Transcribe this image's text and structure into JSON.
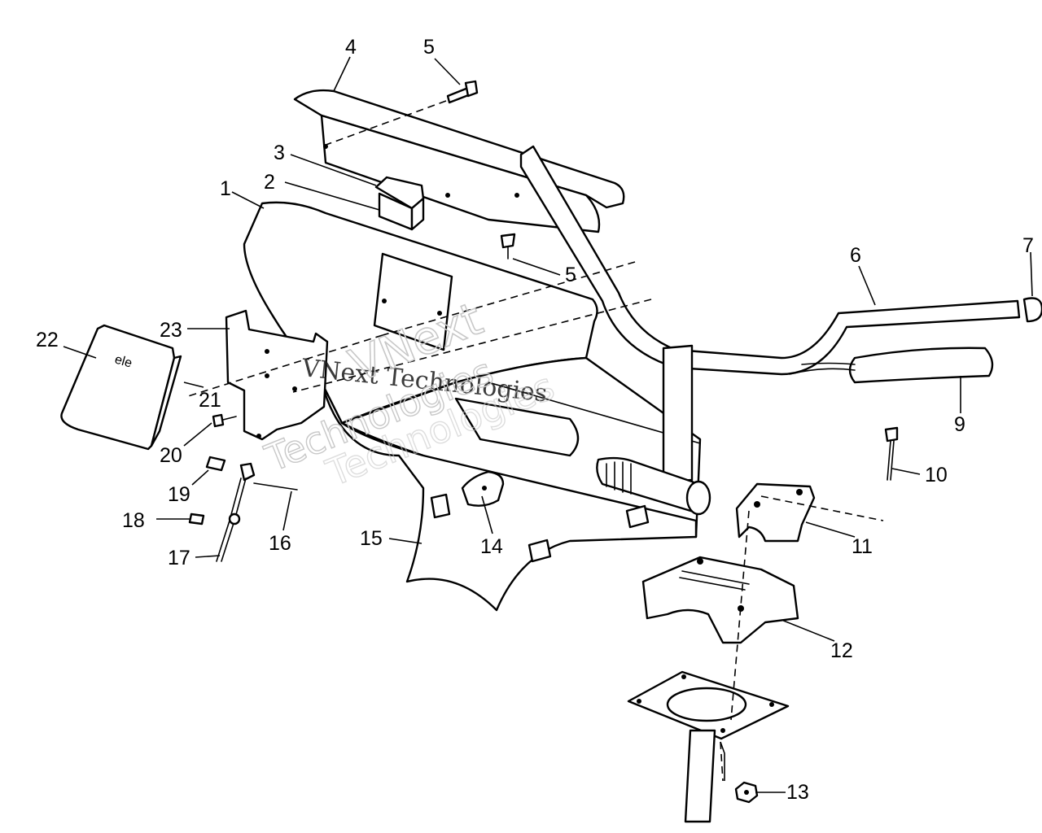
{
  "watermark": {
    "line1": "VNext Technologies",
    "outline_a": "VNext",
    "outline_b": "Technologies",
    "outline_c": "Technologies"
  },
  "decal_text": "ele",
  "callouts": [
    {
      "id": "1",
      "label": "1"
    },
    {
      "id": "2",
      "label": "2"
    },
    {
      "id": "3",
      "label": "3"
    },
    {
      "id": "4",
      "label": "4"
    },
    {
      "id": "5a",
      "label": "5"
    },
    {
      "id": "5b",
      "label": "5"
    },
    {
      "id": "6",
      "label": "6"
    },
    {
      "id": "7",
      "label": "7"
    },
    {
      "id": "9",
      "label": "9"
    },
    {
      "id": "10",
      "label": "10"
    },
    {
      "id": "11",
      "label": "11"
    },
    {
      "id": "12",
      "label": "12"
    },
    {
      "id": "13",
      "label": "13"
    },
    {
      "id": "14",
      "label": "14"
    },
    {
      "id": "15",
      "label": "15"
    },
    {
      "id": "16",
      "label": "16"
    },
    {
      "id": "17",
      "label": "17"
    },
    {
      "id": "18",
      "label": "18"
    },
    {
      "id": "19",
      "label": "19"
    },
    {
      "id": "20",
      "label": "20"
    },
    {
      "id": "21",
      "label": "21"
    },
    {
      "id": "22",
      "label": "22"
    },
    {
      "id": "23",
      "label": "23"
    }
  ],
  "colors": {
    "ink": "#000000",
    "paper": "#ffffff",
    "watermark": "#c8c8c8"
  }
}
